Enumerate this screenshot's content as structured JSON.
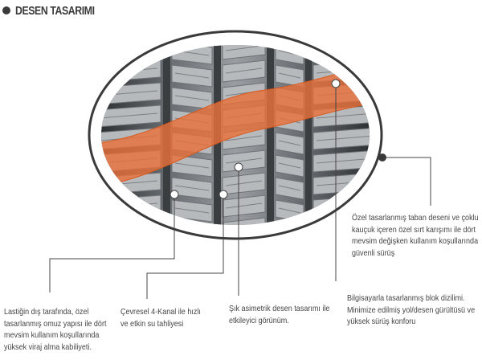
{
  "heading": "DESEN TASARIMI",
  "colors": {
    "accent": "#e8703a",
    "frame": "#3a3a3a",
    "tread": "#8e9296"
  },
  "captions": [
    "Lastiğin dış tarafında, özel tasarlanmış omuz yapısı ile dört mevsim kullanım koşullarında yüksek viraj alma kabiliyeti.",
    "Çevresel 4-Kanal ile hızlı ve etkin su tahliyesi",
    "Şık asimetrik desen tasarımı ile etkileyici görünüm.",
    "Özel tasarlanmış taban deseni ve çoklu kauçuk içeren özel sırt karışımı ile dört mevsim değişken kullanım koşullarında güvenli sürüş",
    "Bilgisayarla tasarlanmış blok dizilimi. Minimize edilmiş yol/desen gürültüsü ve yüksek sürüş konforu"
  ]
}
